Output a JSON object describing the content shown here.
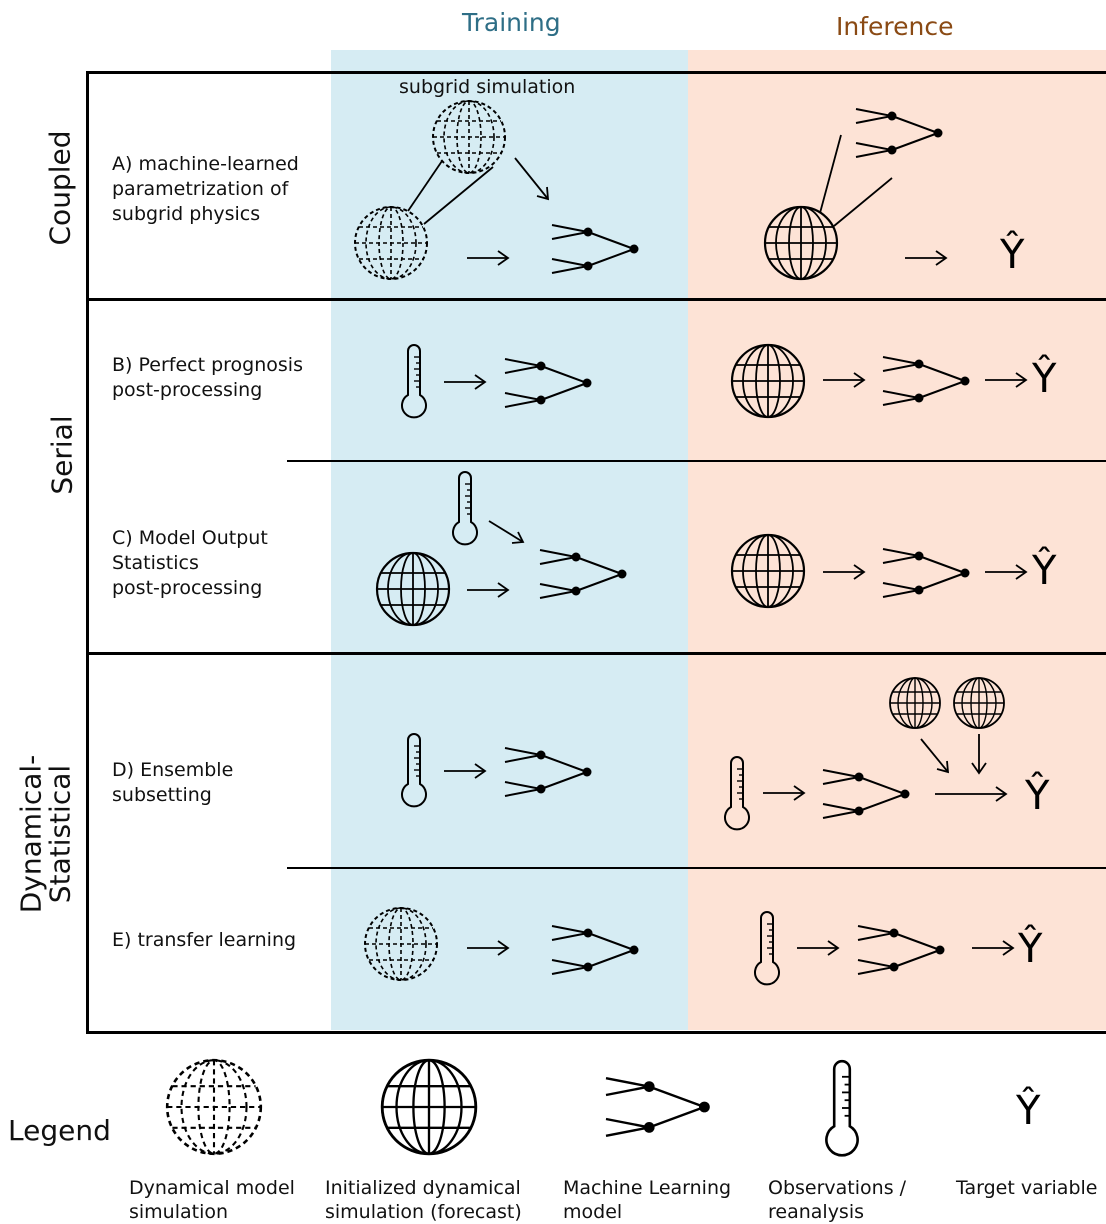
{
  "headers": {
    "training": "Training",
    "inference": "Inference"
  },
  "colors": {
    "training_bg": "#d6ecf3",
    "inference_bg": "#fde3d6",
    "training_text": "#2e6e86",
    "inference_text": "#8a4a14"
  },
  "groups": {
    "coupled": "Coupled",
    "serial": "Serial",
    "dynamical_statistical": "Dynamical-\nStatistical"
  },
  "rows": {
    "a": "A) machine-learned\nparametrization of\nsubgrid physics",
    "b": "B) Perfect prognosis\npost-processing",
    "c": "C) Model Output\nStatistics\npost-processing",
    "d": "D) Ensemble\nsubsetting",
    "e": "E) transfer learning"
  },
  "subgrid_label": "subgrid simulation",
  "target_symbol": "Ŷ",
  "legend": {
    "title": "Legend",
    "items": [
      {
        "icon": "dashed-globe-icon",
        "caption": "Dynamical model\nsimulation"
      },
      {
        "icon": "solid-globe-icon",
        "caption": "Initialized dynamical\nsimulation (forecast)"
      },
      {
        "icon": "ml-network-icon",
        "caption": "Machine Learning\nmodel"
      },
      {
        "icon": "thermometer-icon",
        "caption": "Observations /\nreanalysis"
      },
      {
        "icon": "target-variable-icon",
        "caption": "Target variable"
      }
    ]
  }
}
